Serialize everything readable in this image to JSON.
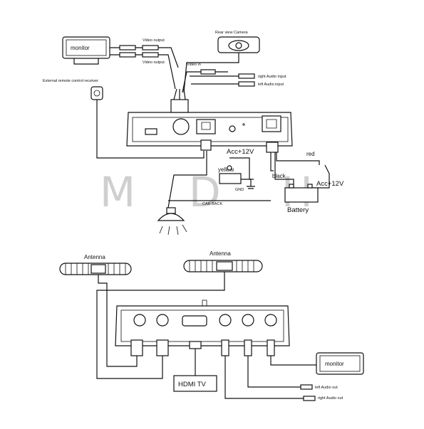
{
  "watermark": [
    "M",
    "D",
    "H"
  ],
  "top": {
    "monitor_label": "monitor",
    "rear_camera_label": "Rear view Camera",
    "video_output_label": "Video output",
    "video_in_label": "Video in",
    "ir_receiver_label": "External remote control receiver",
    "right_audio_input_label": "right Audio input",
    "left_audio_input_label": "left Audio input",
    "acc_label": "Acc+12V",
    "yellow_label": "yellow",
    "gnd_label": "GND",
    "car_back_label": "CAR BACK",
    "red_label": "red",
    "black_label": "black",
    "battery_label": "Battery",
    "acc2_label": "Acc+12V"
  },
  "bottom": {
    "antenna_left_label": "Antenna",
    "antenna_right_label": "Antenna",
    "hdmi_tv_label": "HDMI TV",
    "monitor_label": "monitor",
    "left_audio_out_label": "left Audio out",
    "right_audio_out_label": "right Audio out"
  }
}
